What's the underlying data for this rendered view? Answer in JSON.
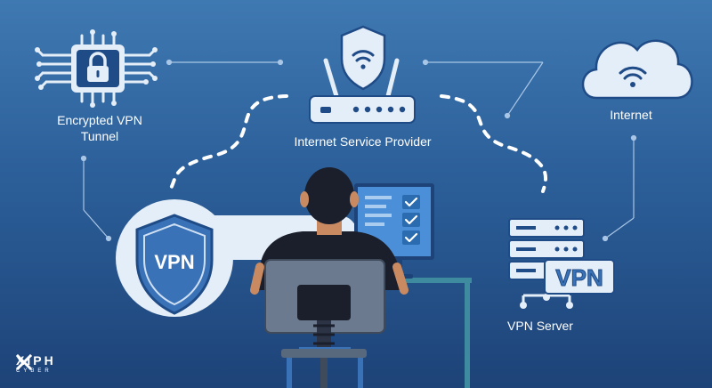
{
  "labels": {
    "tunnel": "Encrypted VPN Tunnel",
    "isp": "Internet Service Provider",
    "internet": "Internet",
    "vpn_server": "VPN Server"
  },
  "badges": {
    "shield_text": "VPN",
    "server_text": "VPN"
  },
  "logo": {
    "main": "XIPH",
    "sub": "CYBER"
  },
  "icons": [
    "padlock-icon",
    "router-icon",
    "cloud-icon",
    "wifi-icon",
    "shield-icon",
    "server-icon",
    "checkmark-icon",
    "user-icon",
    "chair-icon",
    "monitor-icon"
  ],
  "colors": {
    "background_top": "#3f79b2",
    "background_bottom": "#1d4378",
    "icon_fill": "#e4eef8",
    "icon_stroke": "#1f4b86",
    "accent": "#6fa1d6",
    "monitor_screen": "#4b8fd9",
    "desk_teal": "#3e8a9e",
    "chair": "#58687d"
  }
}
